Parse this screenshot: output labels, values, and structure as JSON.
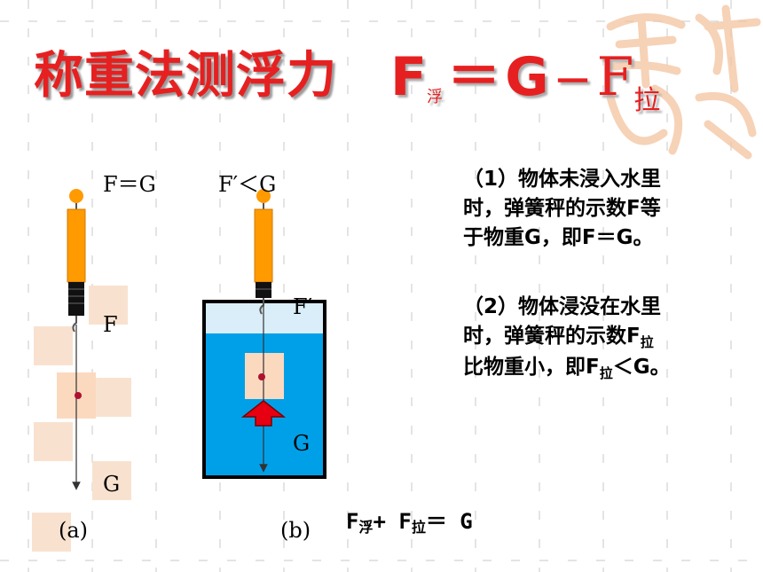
{
  "title": "称重法测浮力",
  "formula": {
    "f": "F",
    "f_sub": "浮",
    "eq": "＝",
    "g": "G",
    "minus": "－",
    "f2": "F",
    "f2_sub": "拉"
  },
  "diagram_a": {
    "top_label": "F＝G",
    "force_label": "F",
    "weight_label": "G",
    "caption": "(a)"
  },
  "diagram_b": {
    "top_label": "F′＜G",
    "force_label": "F′",
    "weight_label": "G",
    "caption": "(b)"
  },
  "desc1": {
    "line1": "（1）物体未浸入水里",
    "line2": "时，弹簧秤的示数F等",
    "line3": "于物重G，即F＝G。"
  },
  "desc2": {
    "line1": "（2）物体浸没在水里",
    "line2a": "时，弹簧秤的示数F",
    "line2_sub": "拉",
    "line3a": "比物重小，即F",
    "line3_sub": "拉",
    "line3b": "＜G。"
  },
  "bottom_eq": {
    "f1": "F",
    "s1": "浮",
    "plus": "+ F",
    "s2": "拉",
    "rest": "＝ G"
  },
  "colors": {
    "title_red": "#e62020",
    "scale_orange": "#ff9a00",
    "water_blue": "#00a0e8",
    "arrow_red": "#e60012",
    "block_beige": "#fbd9bf",
    "seal_color": "#f3b98f"
  }
}
